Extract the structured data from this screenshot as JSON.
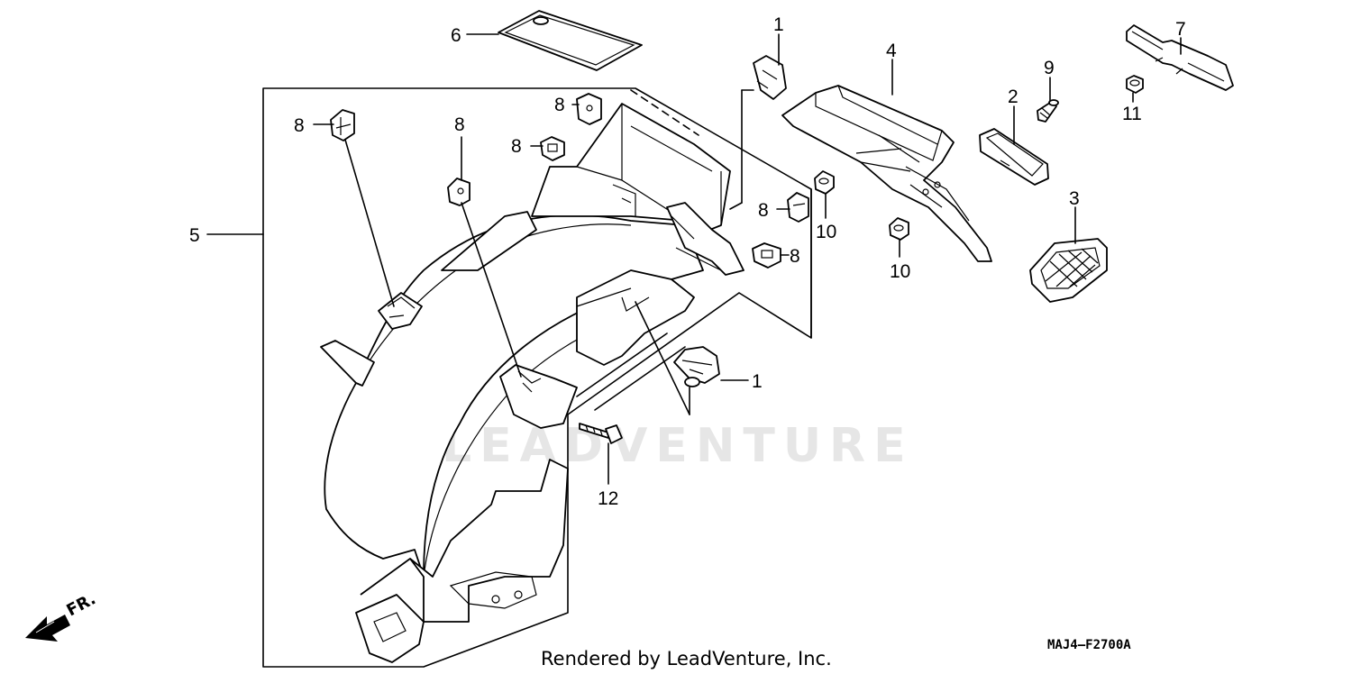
{
  "watermark": "LEADVENTURE",
  "footer_text": "Rendered by LeadVenture, Inc.",
  "diagram_code": "MAJ4—F2700A",
  "direction_label": "FR.",
  "callouts": {
    "c1a": "1",
    "c1b": "1",
    "c2": "2",
    "c3": "3",
    "c4": "4",
    "c5": "5",
    "c6": "6",
    "c7": "7",
    "c8a": "8",
    "c8b": "8",
    "c8c": "8",
    "c8d": "8",
    "c8e": "8",
    "c8f": "8",
    "c9": "9",
    "c10a": "10",
    "c10b": "10",
    "c11": "11",
    "c12": "12"
  },
  "icons": [
    "arrow-fr-icon"
  ],
  "colors": {
    "line": "#000000",
    "background": "#ffffff",
    "watermark": "#e6e6e6"
  }
}
